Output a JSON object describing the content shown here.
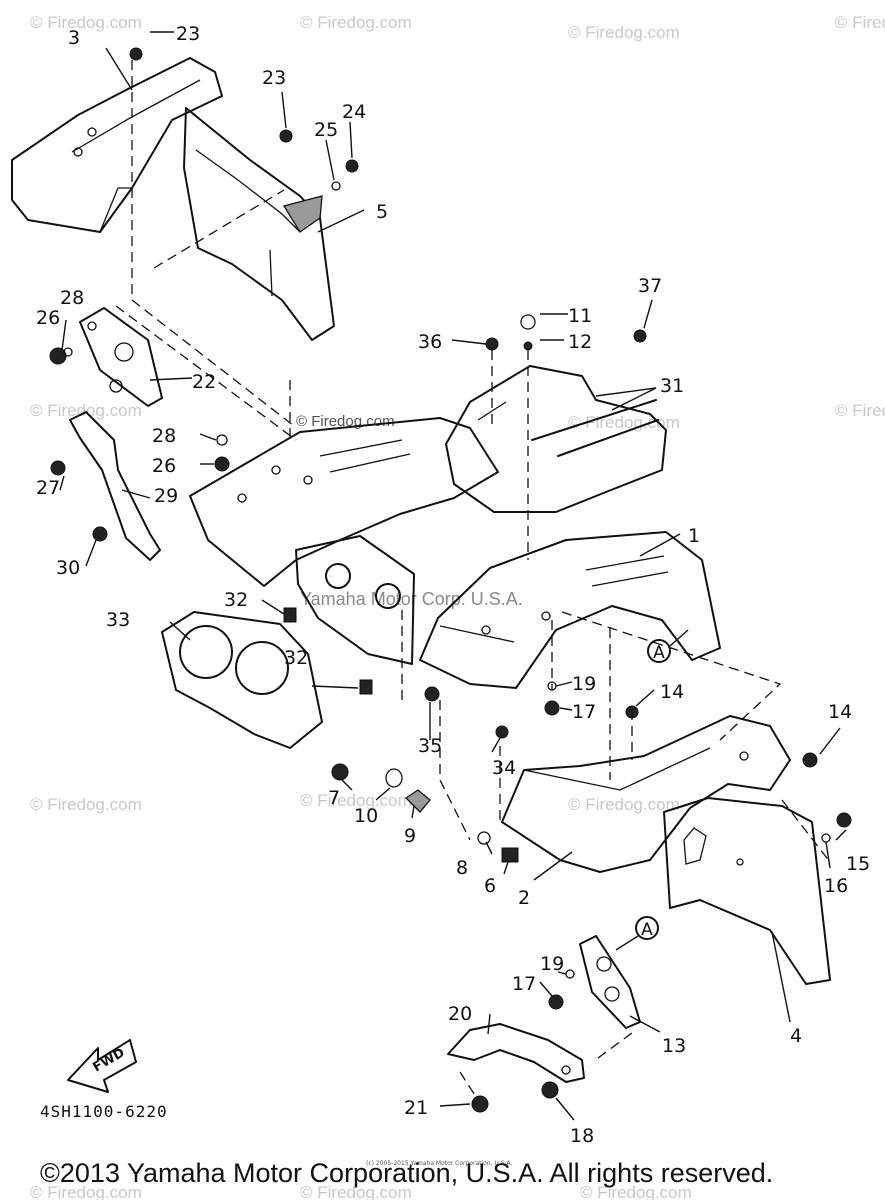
{
  "diagram": {
    "code": "4SH1100-6220",
    "copyright": "©2013 Yamaha Motor Corporation, U.S.A. All rights reserved.",
    "fine_print": "(c) 2005-2015 Yamaha Motor Corporation, U.S.A.",
    "fwd_label": "FWD",
    "ref_marker": "A",
    "watermark_text": "© Firedog.com",
    "center_watermark": "Yamaha Motor Corp. U.S.A.",
    "part_callouts": [
      {
        "id": "c1",
        "label": "1"
      },
      {
        "id": "c2",
        "label": "2"
      },
      {
        "id": "c3",
        "label": "3"
      },
      {
        "id": "c4",
        "label": "4"
      },
      {
        "id": "c5",
        "label": "5"
      },
      {
        "id": "c6",
        "label": "6"
      },
      {
        "id": "c7",
        "label": "7"
      },
      {
        "id": "c8",
        "label": "8"
      },
      {
        "id": "c9",
        "label": "9"
      },
      {
        "id": "c10",
        "label": "10"
      },
      {
        "id": "c11",
        "label": "11"
      },
      {
        "id": "c12",
        "label": "12"
      },
      {
        "id": "c13",
        "label": "13"
      },
      {
        "id": "c14a",
        "label": "14"
      },
      {
        "id": "c14b",
        "label": "14"
      },
      {
        "id": "c15",
        "label": "15"
      },
      {
        "id": "c16",
        "label": "16"
      },
      {
        "id": "c17a",
        "label": "17"
      },
      {
        "id": "c17b",
        "label": "17"
      },
      {
        "id": "c18",
        "label": "18"
      },
      {
        "id": "c19a",
        "label": "19"
      },
      {
        "id": "c19b",
        "label": "19"
      },
      {
        "id": "c20",
        "label": "20"
      },
      {
        "id": "c21",
        "label": "21"
      },
      {
        "id": "c22",
        "label": "22"
      },
      {
        "id": "c23a",
        "label": "23"
      },
      {
        "id": "c23b",
        "label": "23"
      },
      {
        "id": "c24",
        "label": "24"
      },
      {
        "id": "c25",
        "label": "25"
      },
      {
        "id": "c26a",
        "label": "26"
      },
      {
        "id": "c26b",
        "label": "26"
      },
      {
        "id": "c27",
        "label": "27"
      },
      {
        "id": "c28a",
        "label": "28"
      },
      {
        "id": "c28b",
        "label": "28"
      },
      {
        "id": "c29",
        "label": "29"
      },
      {
        "id": "c30",
        "label": "30"
      },
      {
        "id": "c31",
        "label": "31"
      },
      {
        "id": "c32a",
        "label": "32"
      },
      {
        "id": "c32b",
        "label": "32"
      },
      {
        "id": "c33",
        "label": "33"
      },
      {
        "id": "c34",
        "label": "34"
      },
      {
        "id": "c35",
        "label": "35"
      },
      {
        "id": "c36",
        "label": "36"
      },
      {
        "id": "c37",
        "label": "37"
      }
    ]
  }
}
